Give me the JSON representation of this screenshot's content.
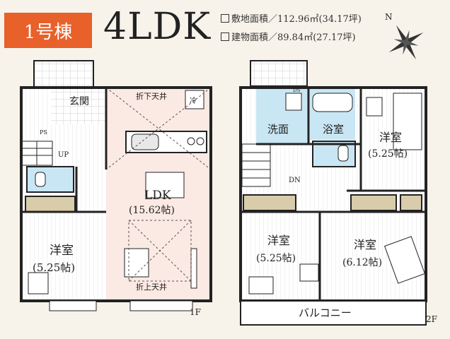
{
  "header": {
    "building_tag": "1号棟",
    "layout_type": "4LDK",
    "land_area": "敷地面積／112.96㎡(34.17坪)",
    "building_area": "建物面積／89.84㎡(27.17坪)"
  },
  "compass": {
    "north_label": "N"
  },
  "floor1": {
    "floor_label": "1F",
    "entrance": "玄関",
    "up": "UP",
    "ps": "PS",
    "ceiling_top": "折下天井",
    "fridge": "冷",
    "ldk": "LDK",
    "ldk_size": "(15.62帖)",
    "ceiling_bottom": "折上天井",
    "western_room": "洋室",
    "western_room_size": "(5.25帖)"
  },
  "floor2": {
    "floor_label": "2F",
    "ds": "DS",
    "washroom": "洗面",
    "bathroom": "浴室",
    "dn": "DN",
    "room_ne": "洋室",
    "room_ne_size": "(5.25帖)",
    "room_center": "洋室",
    "room_center_size": "(5.25帖)",
    "room_right": "洋室",
    "room_right_size": "(6.12帖)",
    "balcony": "バルコニー"
  },
  "colors": {
    "accent": "#e8602a",
    "ldk_fill": "#fbe9e4",
    "water_fill": "#c9e6f4",
    "wall": "#222222",
    "storage": "#d9ccaa"
  }
}
